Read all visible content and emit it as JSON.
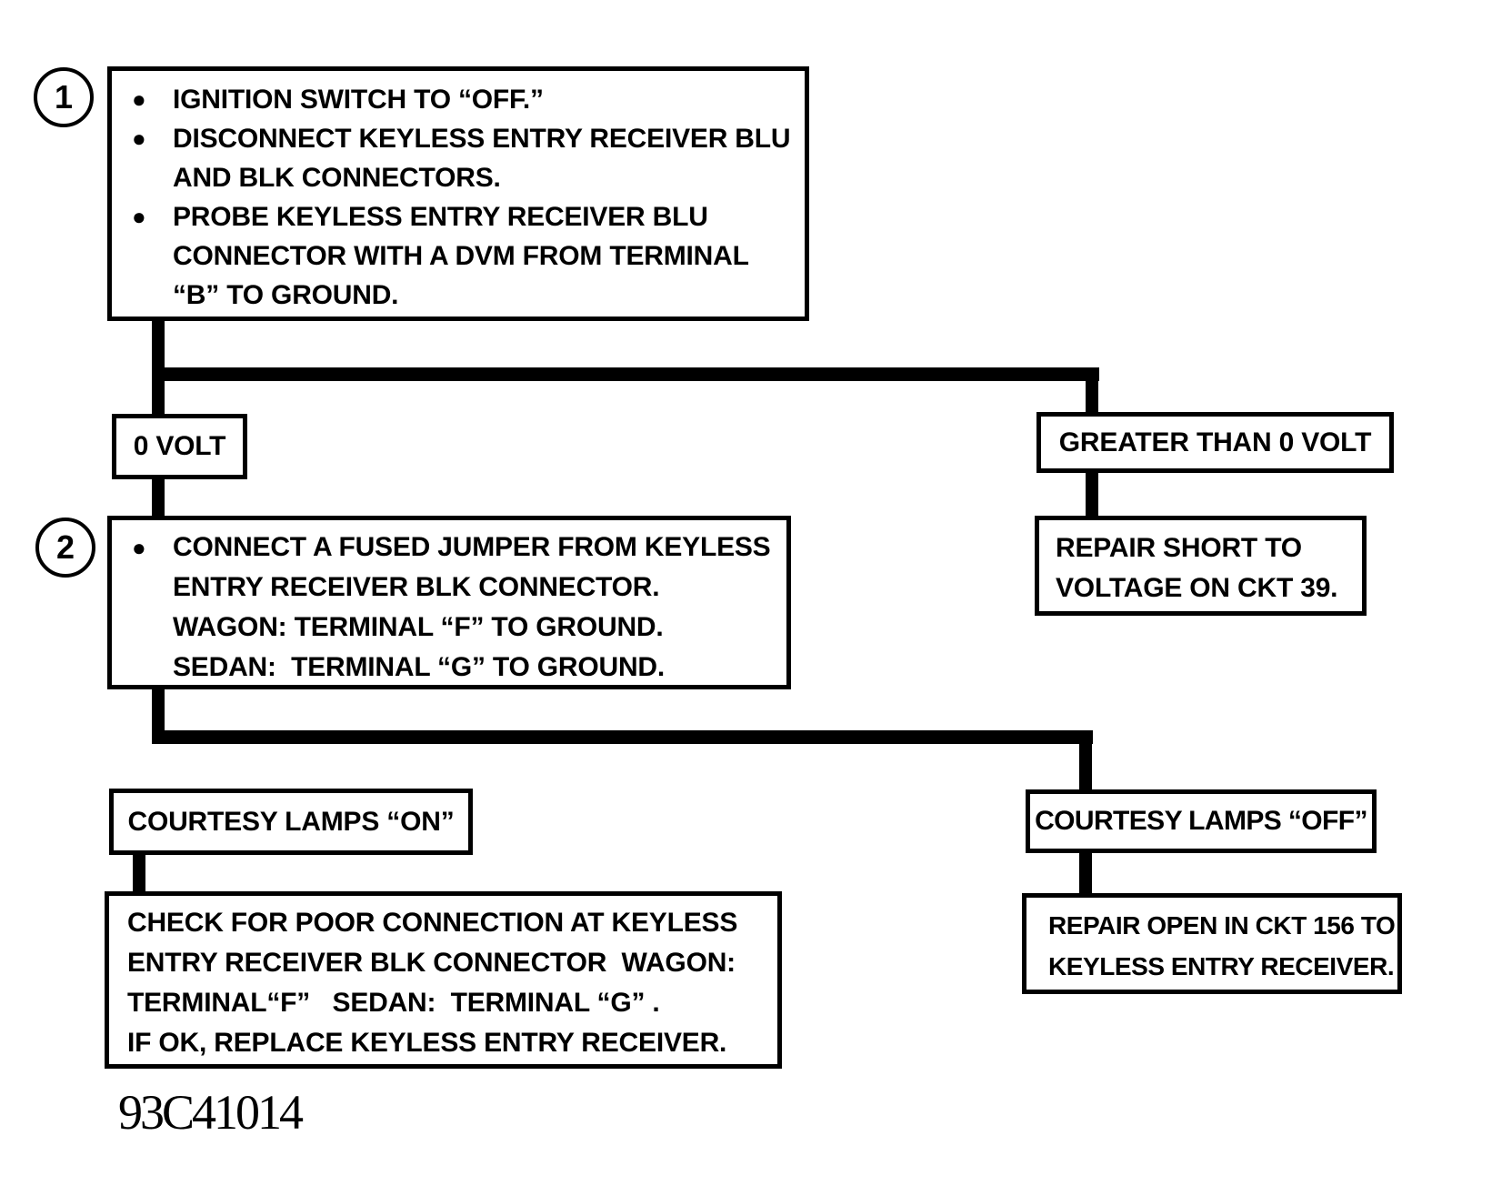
{
  "colors": {
    "ink": "#000000",
    "paper": "#ffffff"
  },
  "icons": {
    "bullet": "●"
  },
  "figure_code": "93C41014",
  "nodes": {
    "step1": {
      "badge": "1",
      "lines": [
        "IGNITION SWITCH TO “OFF.”",
        "DISCONNECT KEYLESS ENTRY RECEIVER BLU",
        "AND BLK CONNECTORS.",
        "PROBE KEYLESS ENTRY RECEIVER BLU",
        "CONNECTOR WITH A DVM FROM TERMINAL",
        "“B” TO GROUND."
      ]
    },
    "result_zero_volt": {
      "label": "0 VOLT"
    },
    "result_greater_than_zero": {
      "label": "GREATER THAN 0 VOLT"
    },
    "repair_short": {
      "lines": [
        "REPAIR SHORT TO",
        "VOLTAGE ON CKT 39."
      ]
    },
    "step2": {
      "badge": "2",
      "lines": [
        "CONNECT A FUSED JUMPER FROM KEYLESS",
        "ENTRY RECEIVER BLK CONNECTOR.",
        "WAGON: TERMINAL “F” TO GROUND.",
        "SEDAN:  TERMINAL “G” TO GROUND."
      ]
    },
    "lamps_on": {
      "label": "COURTESY LAMPS “ON”"
    },
    "lamps_off": {
      "label": "COURTESY LAMPS “OFF”"
    },
    "check_connection": {
      "lines": [
        "CHECK FOR POOR CONNECTION AT KEYLESS",
        "ENTRY RECEIVER BLK CONNECTOR  WAGON:",
        "TERMINAL“F”   SEDAN:  TERMINAL “G” .",
        "IF OK, REPLACE KEYLESS ENTRY RECEIVER."
      ]
    },
    "repair_open": {
      "lines": [
        "REPAIR OPEN IN CKT 156 TO",
        "KEYLESS ENTRY RECEIVER."
      ]
    }
  }
}
